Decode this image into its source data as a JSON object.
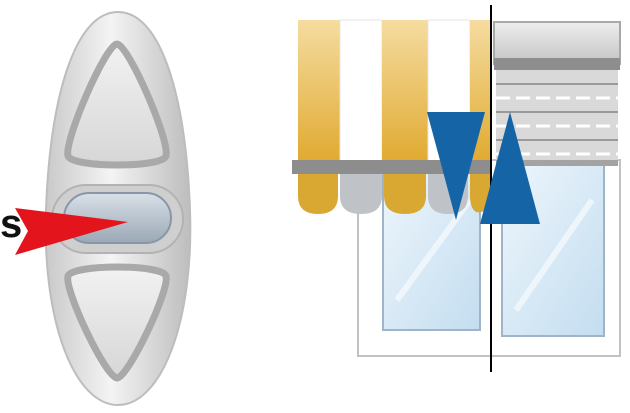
{
  "remote": {
    "partial_label": "s",
    "buttons": [
      "up",
      "stop",
      "down"
    ],
    "pointer_color": "#e3141b",
    "body_color": "#e6e6e6",
    "stop_button_color": "#a9b6c3"
  },
  "illustration": {
    "awning_colors": [
      "#e8b23a",
      "#ffffff",
      "#b9bcc0"
    ],
    "arrow_color": "#1565a6",
    "glass_color": "#d4e8f6",
    "arrows": [
      "down",
      "up"
    ]
  }
}
